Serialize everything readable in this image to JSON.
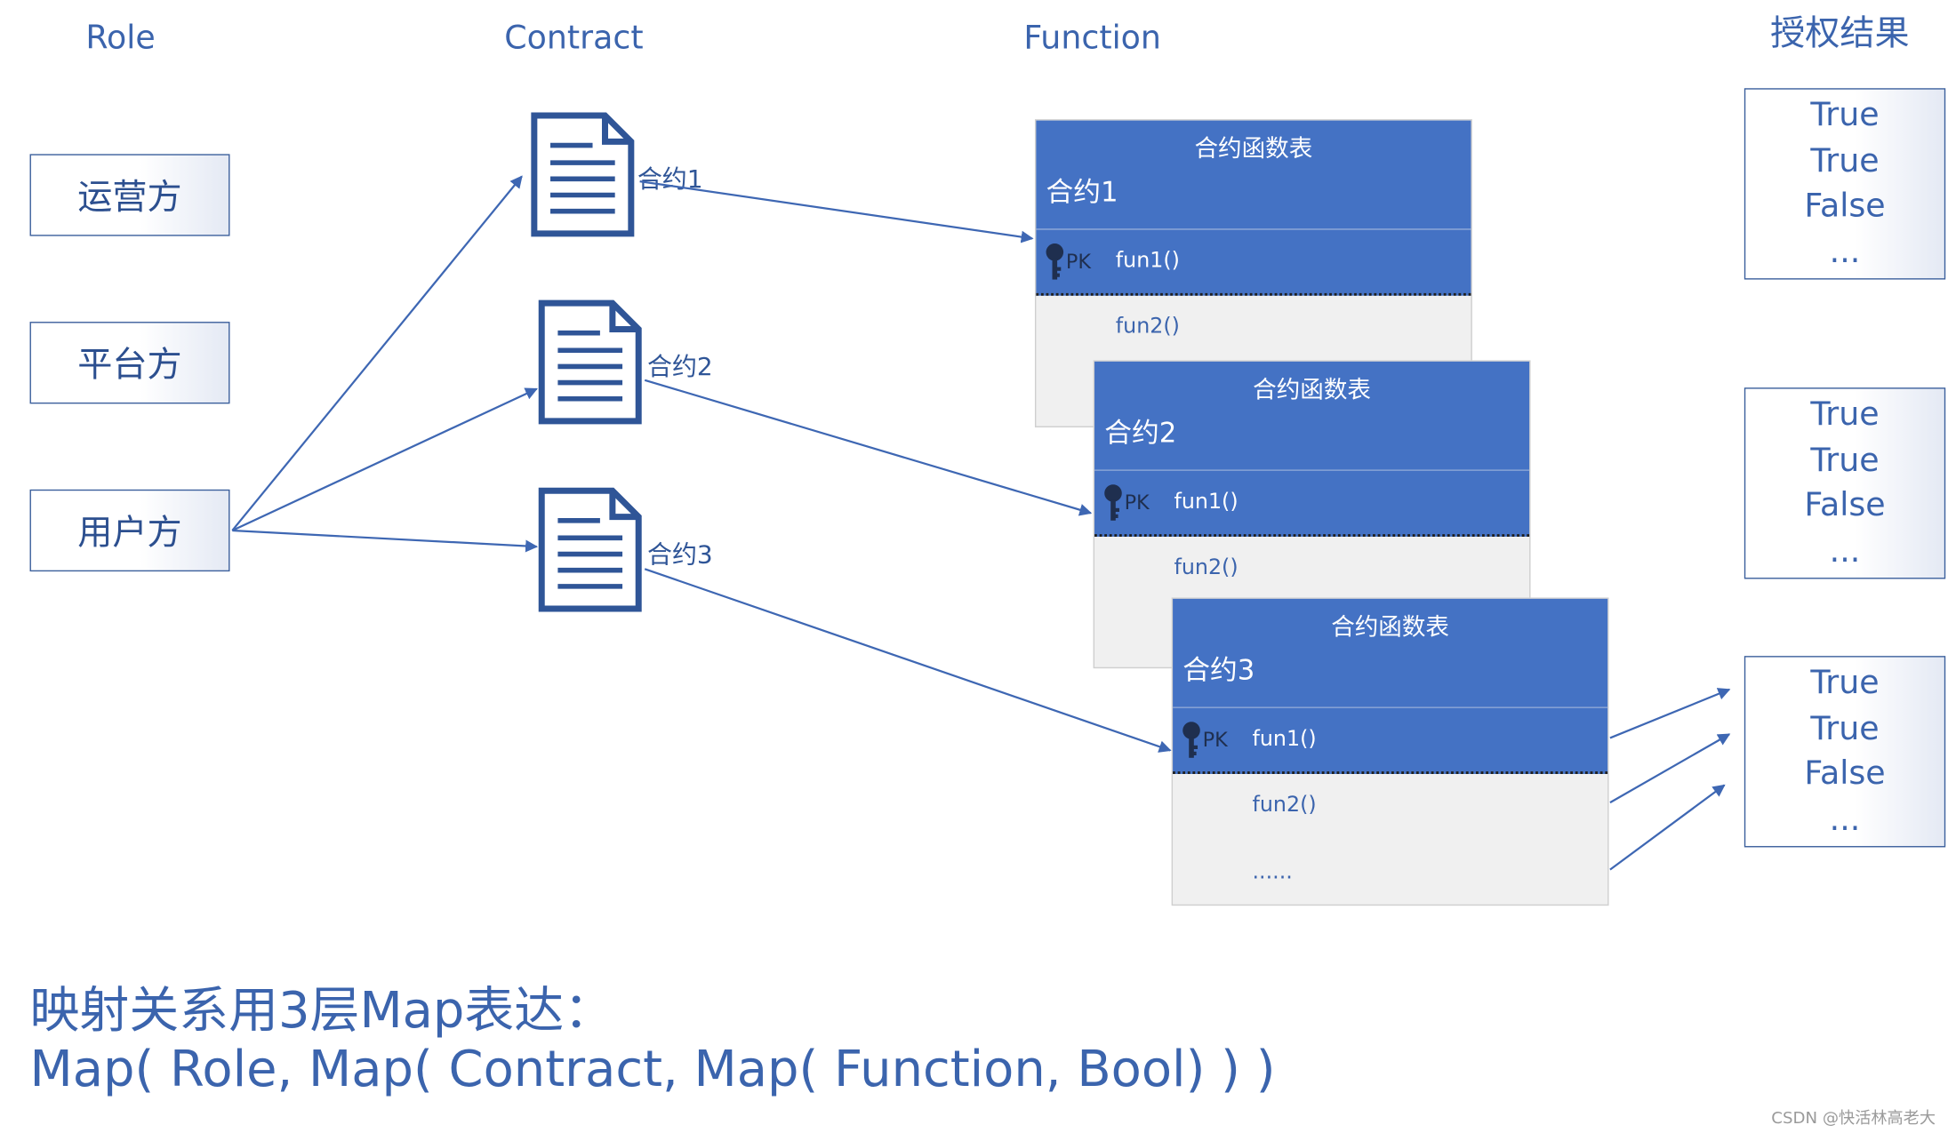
{
  "headers": {
    "role": "Role",
    "contract": "Contract",
    "function": "Function",
    "result": "授权结果"
  },
  "roles": [
    "运营方",
    "平台方",
    "用户方"
  ],
  "contracts": [
    "合约1",
    "合约2",
    "合约3"
  ],
  "tables": [
    {
      "title": "合约函数表",
      "name": "合约1",
      "pk": "PK",
      "fun1": "fun1()",
      "fun2": "fun2()"
    },
    {
      "title": "合约函数表",
      "name": "合约2",
      "pk": "PK",
      "fun1": "fun1()",
      "fun2": "fun2()"
    },
    {
      "title": "合约函数表",
      "name": "合约3",
      "pk": "PK",
      "fun1": "fun1()",
      "fun2": "fun2()",
      "more": "......"
    }
  ],
  "results": [
    [
      "True",
      "True",
      "False",
      "..."
    ],
    [
      "True",
      "True",
      "False",
      "..."
    ],
    [
      "True",
      "True",
      "False",
      "..."
    ]
  ],
  "caption": {
    "line1": "映射关系用3层Map表达：",
    "line2": "Map( Role,  Map( Contract,  Map( Function, Bool)  )  )"
  },
  "watermark": "CSDN @快活林高老大",
  "colors": {
    "accent": "#4472c4",
    "text": "#3b64ad",
    "arrow": "#3e67b3"
  }
}
